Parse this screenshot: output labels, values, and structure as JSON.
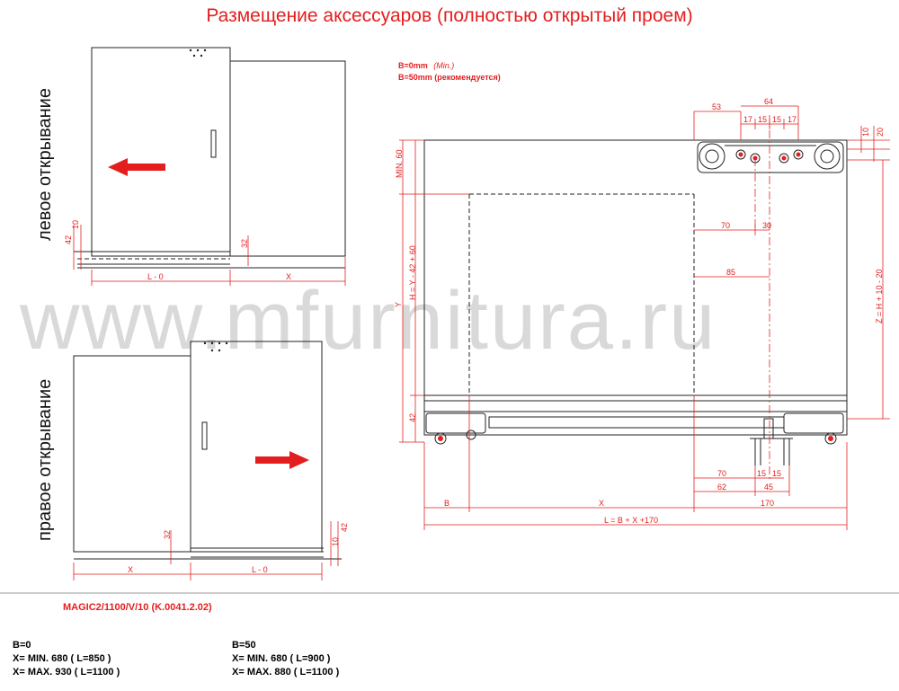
{
  "title": "Размещение аксессуаров (полностью открытый проем)",
  "watermark": "www.mfurnitura.ru",
  "left_opening": {
    "label": "левое открывание",
    "dims": {
      "d10": "10",
      "d42": "42",
      "d32": "32",
      "L0": "L - 0",
      "X": "X"
    }
  },
  "right_opening": {
    "label": "правое открывание",
    "dims": {
      "d32": "32",
      "d10": "10",
      "d42": "42",
      "X": "X",
      "L0": "L - 0"
    }
  },
  "legend": {
    "b0": "B=0mm",
    "b0_note": "(Min.)",
    "b50": "B=50mm (рекомендуется)"
  },
  "section": {
    "d53": "53",
    "d64": "64",
    "d17a": "17",
    "d15a": "15",
    "d15b": "15",
    "d17b": "17",
    "d10": "10",
    "d20": "20",
    "min60": "MIN. 60",
    "y": "Y",
    "hy": "H = Y - 42 + 60",
    "z": "Z = H + 10 - 20",
    "d70t": "70",
    "d30": "30",
    "d85": "85",
    "d42": "42",
    "d70b": "70",
    "d15c": "15",
    "d15d": "15",
    "d62": "62",
    "d45": "45",
    "B": "B",
    "X": "X",
    "d170": "170",
    "L": "L = B + X +170"
  },
  "model": "MAGIC2/1100/V/10 (K.0041.2.02)",
  "specs": {
    "b0": {
      "title": "B=0",
      "min": "X= MIN. 680 ( L=850 )",
      "max": "X= MAX. 930 ( L=1100 )"
    },
    "b50": {
      "title": "B=50",
      "min": "X= MIN. 680 ( L=900 )",
      "max": "X= MAX. 880 ( L=1100 )"
    }
  },
  "colors": {
    "accent": "#e41e1e",
    "line": "#222222",
    "watermark": "#d9d9d9"
  },
  "icons": [
    "arrow-left-icon",
    "arrow-right-icon"
  ]
}
